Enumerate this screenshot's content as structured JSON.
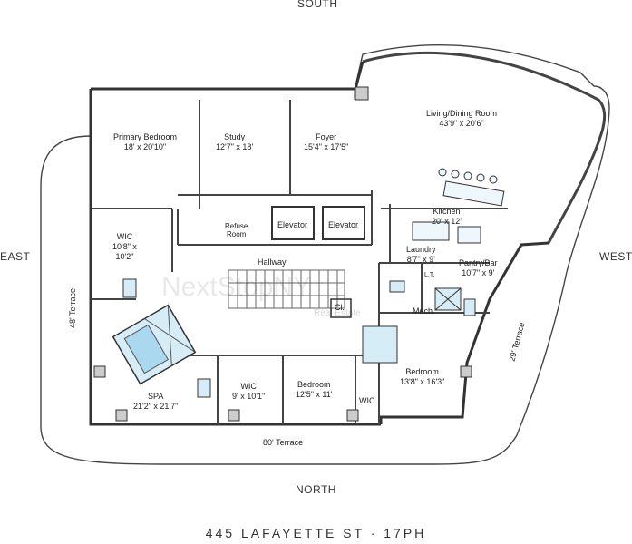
{
  "compass": {
    "south": "SOUTH",
    "north": "NORTH",
    "east": "EAST",
    "west": "WEST"
  },
  "rooms": {
    "living": {
      "name": "Living/Dining Room",
      "dims": "43'9\" x 20'6\""
    },
    "primary_bedroom": {
      "name": "Primary Bedroom",
      "dims": "18' x 20'10\""
    },
    "study": {
      "name": "Study",
      "dims": "12'7\" x 18'"
    },
    "foyer": {
      "name": "Foyer",
      "dims": "15'4\" x 17'5\""
    },
    "kitchen": {
      "name": "Kitchen",
      "dims": "20' x 12'"
    },
    "wic_primary": {
      "name": "WIC",
      "dims": "10'8\" x",
      "dims2": "10'2\""
    },
    "refuse": {
      "name": "Refuse",
      "name2": "Room"
    },
    "elevator1": {
      "name": "Elevator"
    },
    "elevator2": {
      "name": "Elevator"
    },
    "hallway": {
      "name": "Hallway"
    },
    "laundry": {
      "name": "Laundry",
      "dims": "8'7\" x 9'"
    },
    "pantry": {
      "name": "Pantry/Bar",
      "dims": "10'7\" x 9'"
    },
    "lt": {
      "name": "L.T."
    },
    "mech": {
      "name": "Mech."
    },
    "cl": {
      "name": "Cl."
    },
    "spa": {
      "name": "SPA",
      "dims": "21'2\" x 21'7\""
    },
    "wic_hall": {
      "name": "WIC",
      "dims": "9' x 10'1\""
    },
    "bedroom_mid": {
      "name": "Bedroom",
      "dims": "12'5\" x 11'"
    },
    "wic_small": {
      "name": "WIC"
    },
    "bedroom_east": {
      "name": "Bedroom",
      "dims": "13'8\" x 16'3\""
    }
  },
  "terraces": {
    "north": "80' Terrace",
    "east": "48' Terrace",
    "west": "29' Terrace"
  },
  "watermark": {
    "brand": "NextStopNY",
    "sub": "Real Estate"
  },
  "footer": "445 LAFAYETTE ST · 17PH"
}
